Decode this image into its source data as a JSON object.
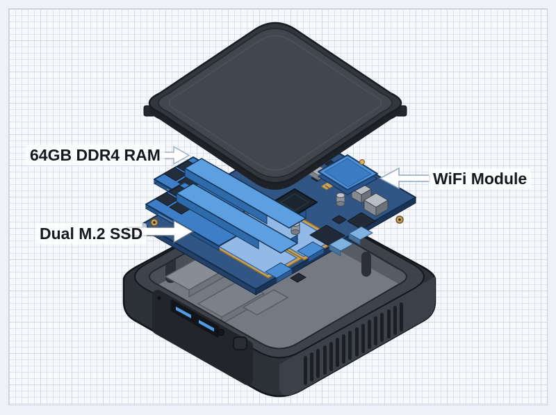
{
  "labels": {
    "ram": {
      "text": "64GB DDR4 RAM",
      "arrow_direction": "right"
    },
    "ssd": {
      "text": "Dual M.2 SSD",
      "arrow_direction": "right"
    },
    "wifi": {
      "text": "WiFi Module",
      "arrow_direction": "left"
    }
  },
  "colors": {
    "page_background": "#eef1f6",
    "grid_line": "#dde2ec",
    "lid_top": "#42474f",
    "lid_rim": "#32373e",
    "case_wall": "#2d3138",
    "case_wall_light": "#3c4149",
    "case_interior": "#757a82",
    "pcb_navy": "#315585",
    "ram_blue": "#3d7ec6",
    "ram_bar_blue": "#5da0e2",
    "ssd_light_blue": "#93b9e6",
    "gold": "#c9a25c",
    "usb_blue": "#4f9ce2",
    "arrow_fill": "#ffffff",
    "label_text": "#15181c"
  }
}
